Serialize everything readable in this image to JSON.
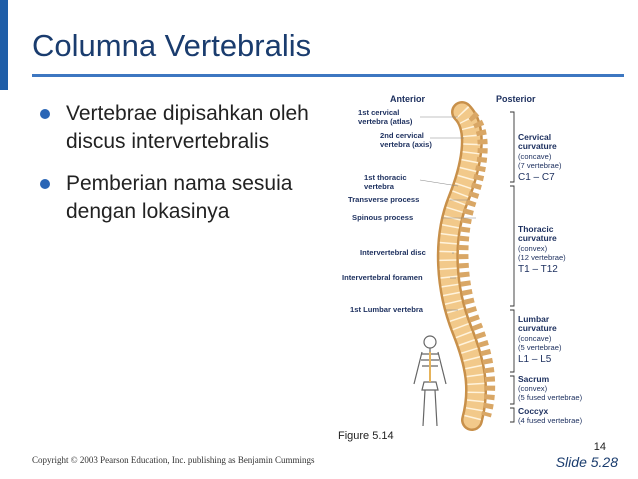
{
  "slide": {
    "title": "Columna Vertebralis",
    "bullets": [
      "Vertebrae dipisahkan oleh discus intervertebralis",
      "Pemberian nama sesuia dengan lokasinya"
    ],
    "figure_caption": "Figure 5.14",
    "footer": "Copyright © 2003 Pearson Education, Inc. publishing as Benjamin Cummings",
    "page_number": "14",
    "slide_label": "Slide 5.28"
  },
  "figure": {
    "headers": {
      "anterior": "Anterior",
      "posterior": "Posterior"
    },
    "left_labels": [
      "1st cervical",
      "vertebra (atlas)",
      "2nd cervical",
      "vertebra (axis)",
      "1st thoracic",
      "vertebra",
      "Transverse process",
      "Spinous process",
      "Intervertebral disc",
      "Intervertebral foramen",
      "1st Lumbar vertebra"
    ],
    "right_labels": {
      "cervical": [
        "Cervical",
        "curvature",
        "(concave)",
        "(7 vertebrae)",
        "C1 – C7"
      ],
      "thoracic": [
        "Thoracic",
        "curvature",
        "(convex)",
        "(12 vertebrae)",
        "T1 – T12"
      ],
      "lumbar": [
        "Lumbar",
        "curvature",
        "(concave)",
        "(5 vertebrae)",
        "L1 – L5"
      ],
      "sacrum": [
        "Sacrum",
        "(convex)",
        "(5 fused vertebrae)"
      ],
      "coccyx": [
        "Coccyx",
        "(4 fused vertebrae)"
      ]
    }
  },
  "colors": {
    "title": "#1a3c6e",
    "accent": "#3d77c1",
    "bullet": "#2a65b5",
    "bone": "#f2c98a",
    "bone_dark": "#c8904a",
    "figure_label": "#1c2f5e"
  }
}
